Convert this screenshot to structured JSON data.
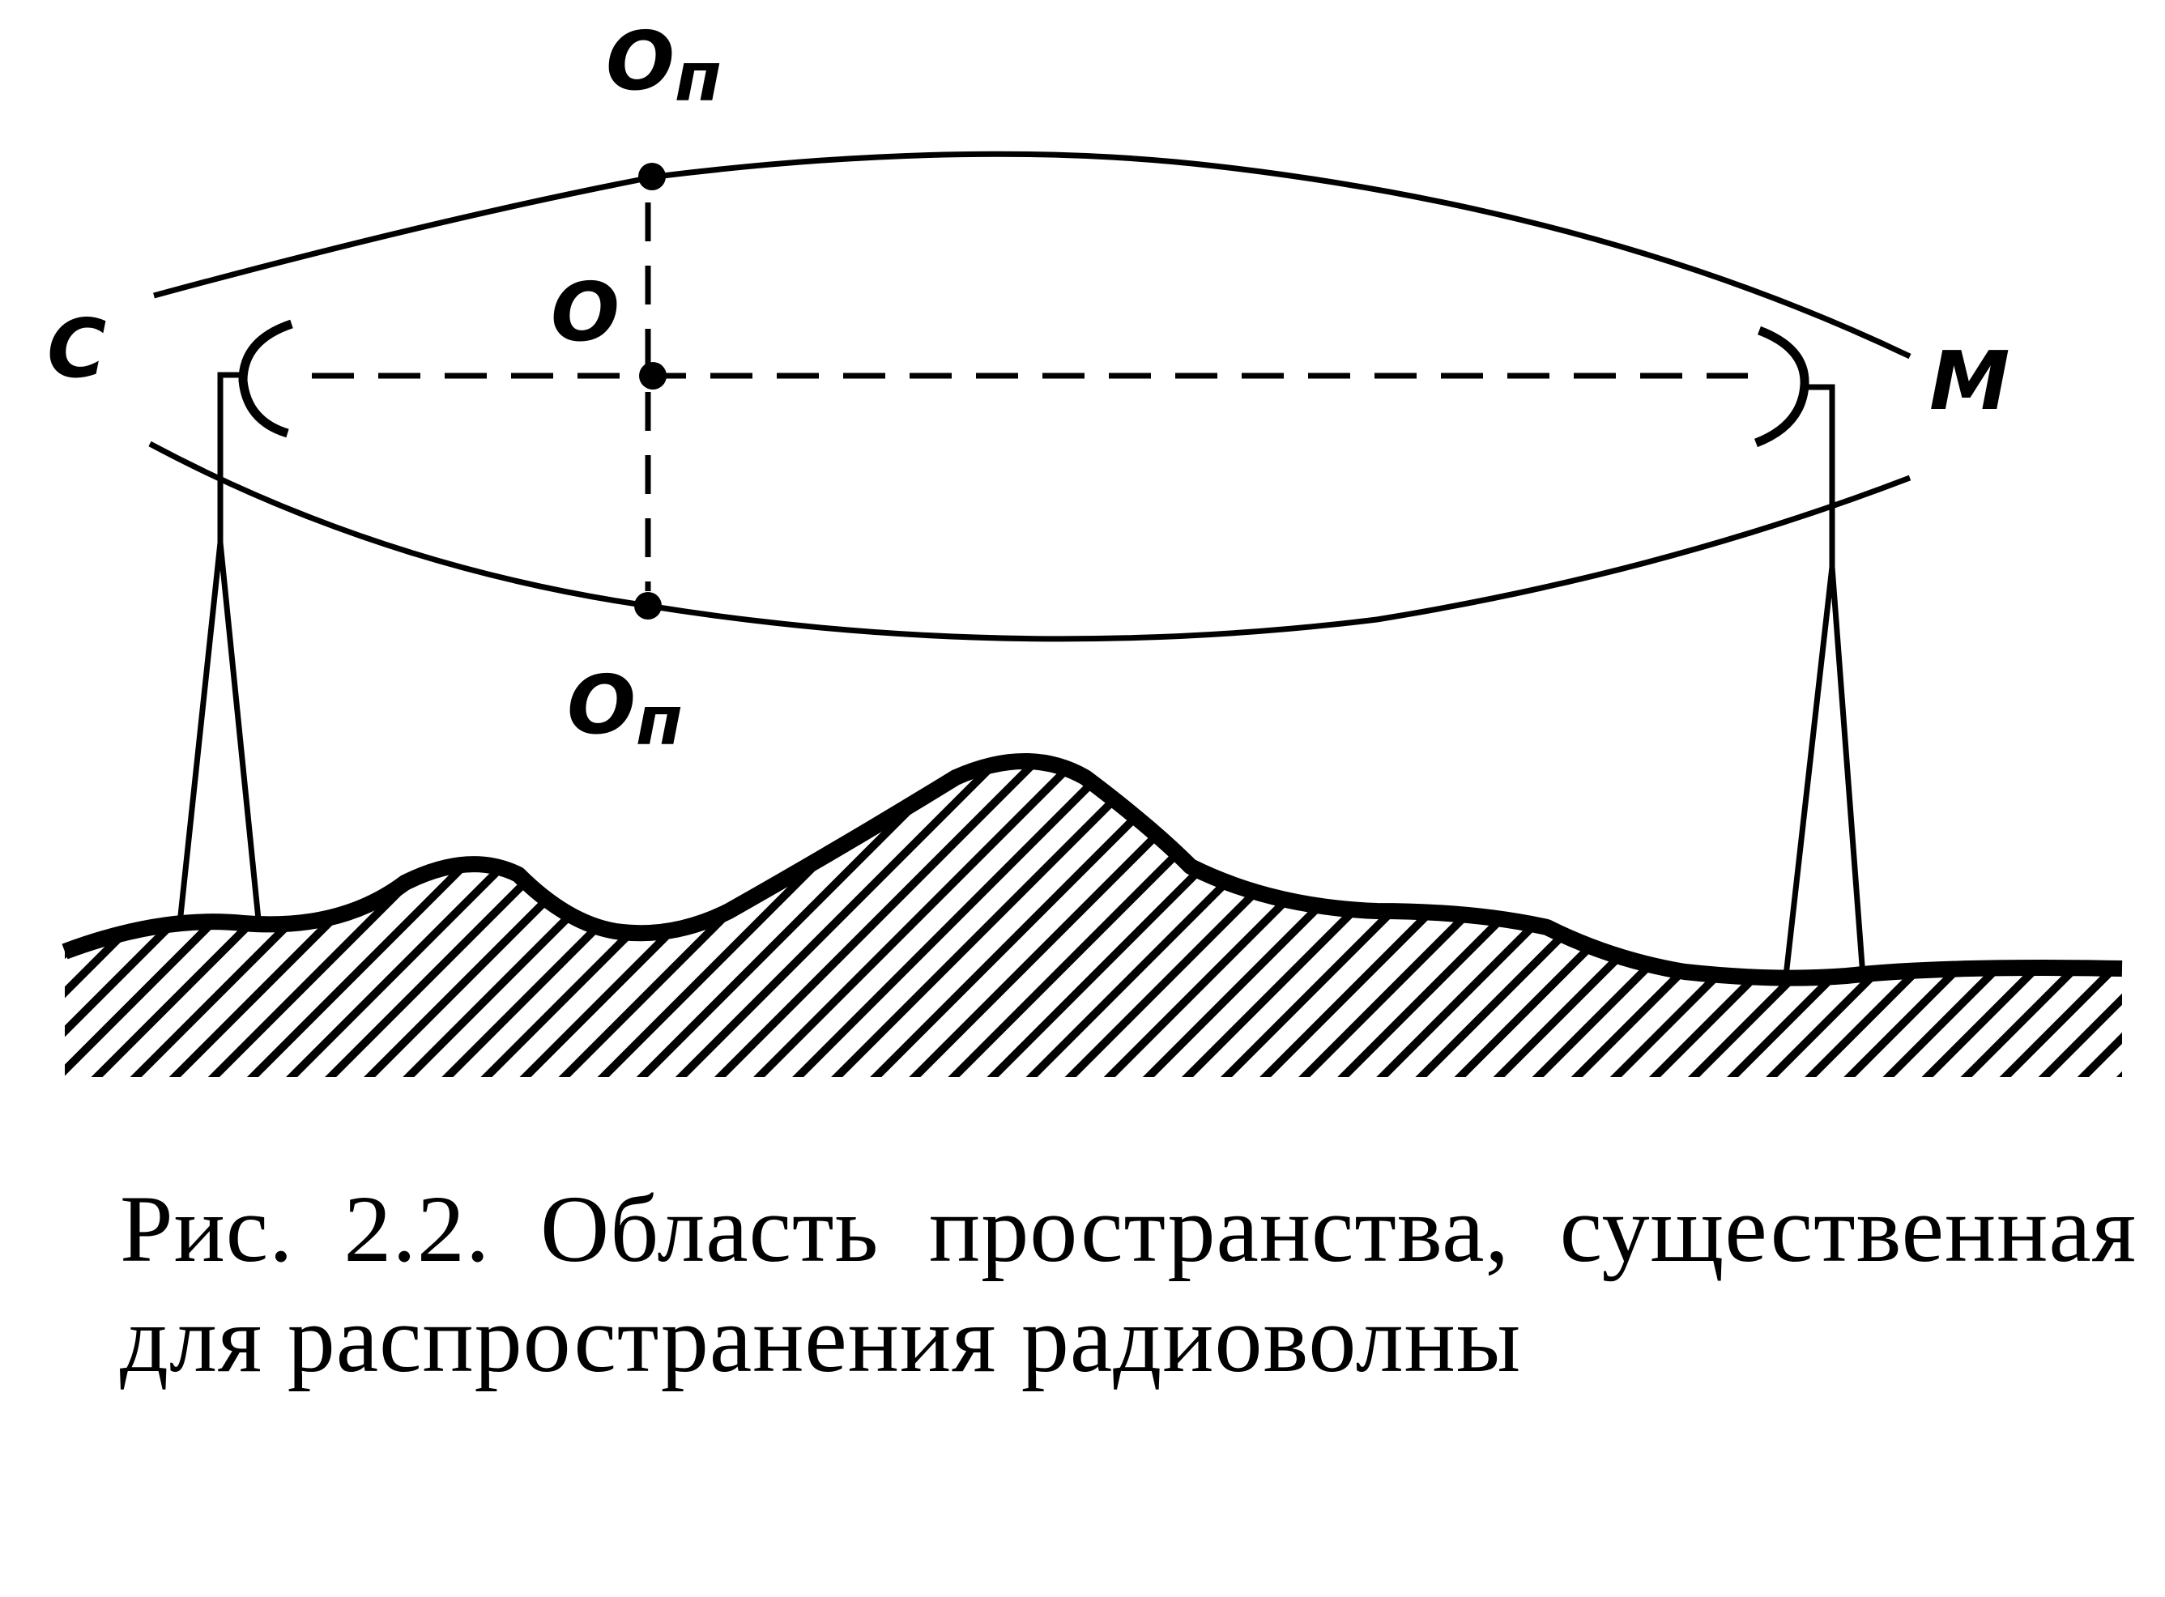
{
  "labels": {
    "top_point": "O",
    "top_point_sub": "п",
    "center_point": "O",
    "bottom_point": "O",
    "bottom_point_sub": "п",
    "left_station": "C",
    "right_station": "M"
  },
  "caption": "Рис. 2.2. Область пространства, существенная для распространения радиоволны",
  "colors": {
    "ink": "#000000",
    "paper": "#ffffff"
  }
}
